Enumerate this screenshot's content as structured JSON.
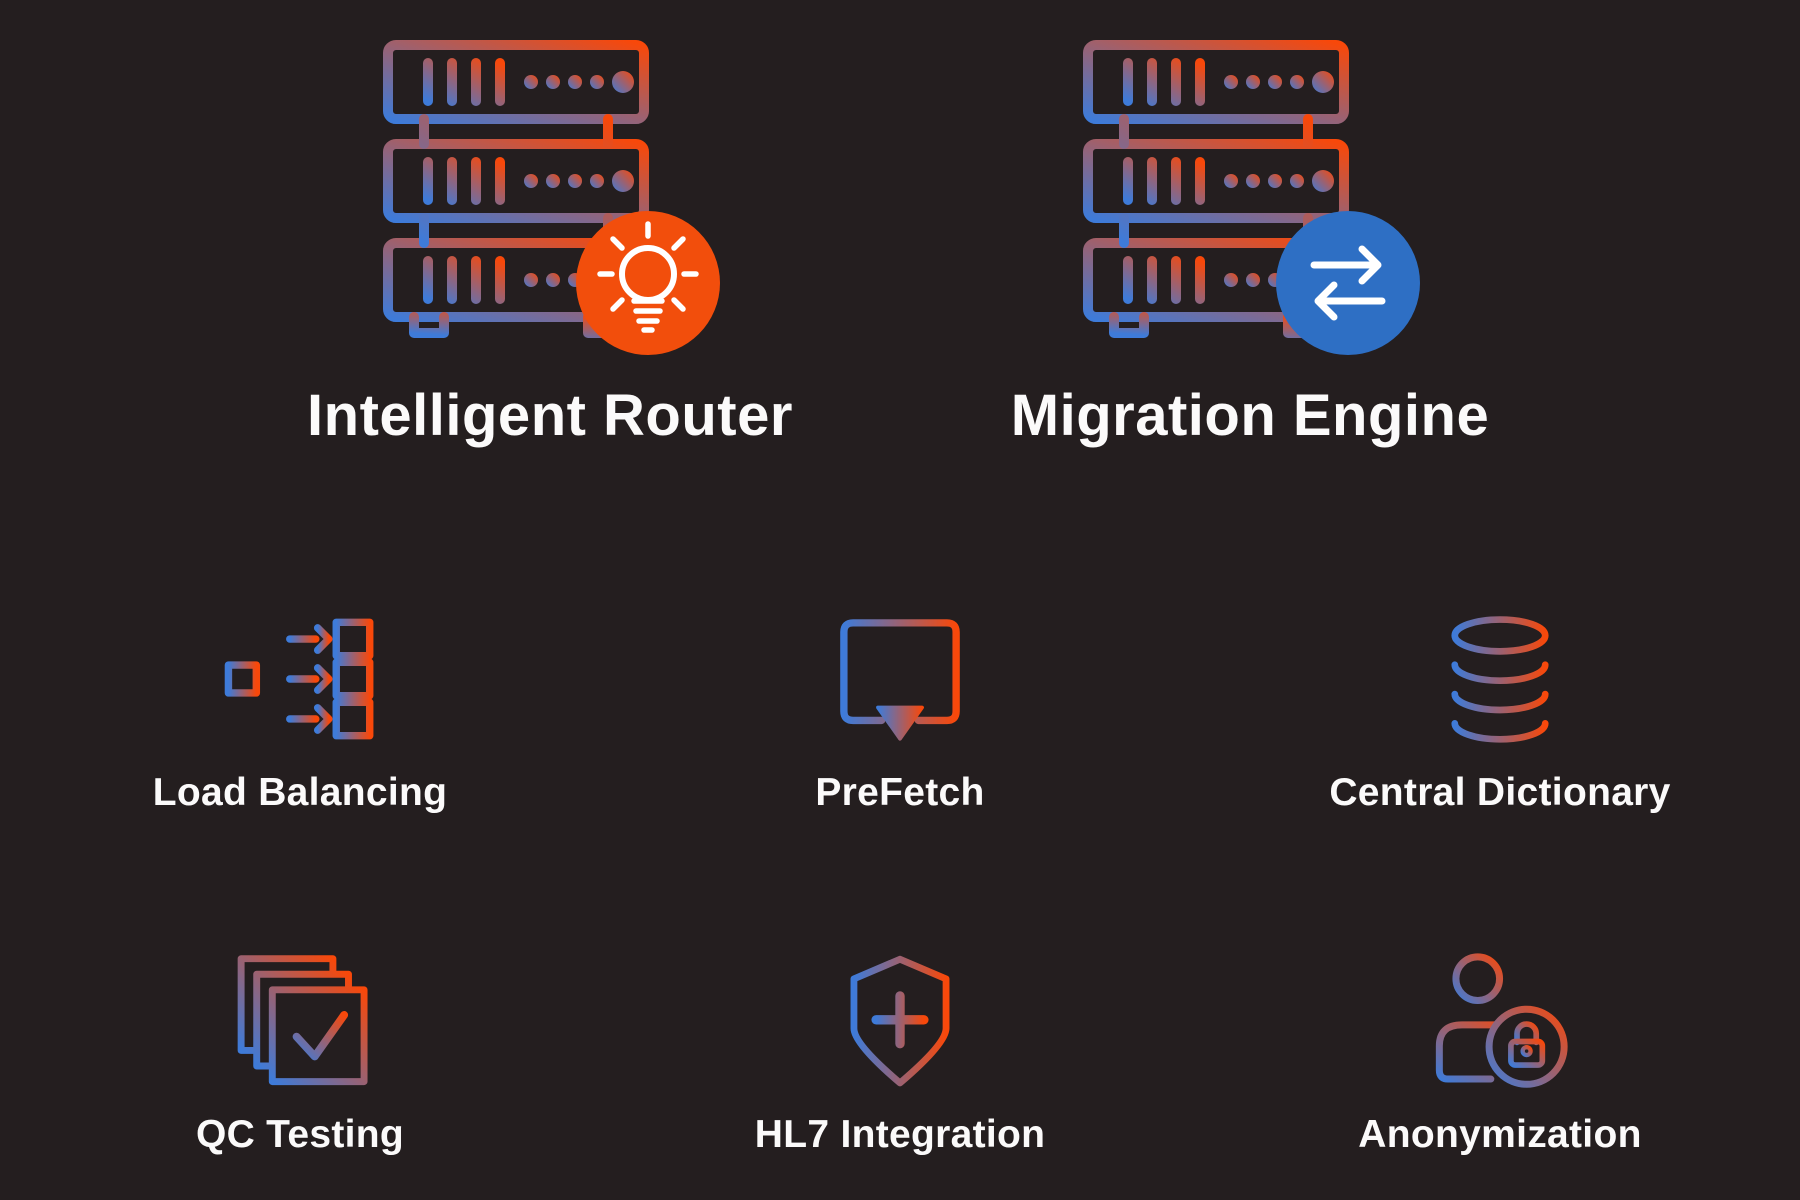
{
  "page": {
    "background_color": "#241e1f",
    "text_color": "#fbfafa"
  },
  "colors": {
    "icon_gradient_start": "#3e7bd9",
    "icon_gradient_end": "#f8480a",
    "badge_orange": "#f24e0c",
    "badge_blue": "#2e6fc4",
    "badge_glyph": "#ffffff"
  },
  "features_primary": [
    {
      "label": "Intelligent Router",
      "icon": "server-stack",
      "badge_icon": "lightbulb",
      "badge_color": "#f24e0c"
    },
    {
      "label": "Migration Engine",
      "icon": "server-stack",
      "badge_icon": "transfer-arrows",
      "badge_color": "#2e6fc4"
    }
  ],
  "features_secondary": [
    {
      "label": "Load Balancing",
      "icon": "load-balancing"
    },
    {
      "label": "PreFetch",
      "icon": "prefetch-download-arrow"
    },
    {
      "label": "Central Dictionary",
      "icon": "database"
    },
    {
      "label": "QC Testing",
      "icon": "stacked-checklist"
    },
    {
      "label": "HL7 Integration",
      "icon": "shield-plus"
    },
    {
      "label": "Anonymization",
      "icon": "user-lock"
    }
  ]
}
